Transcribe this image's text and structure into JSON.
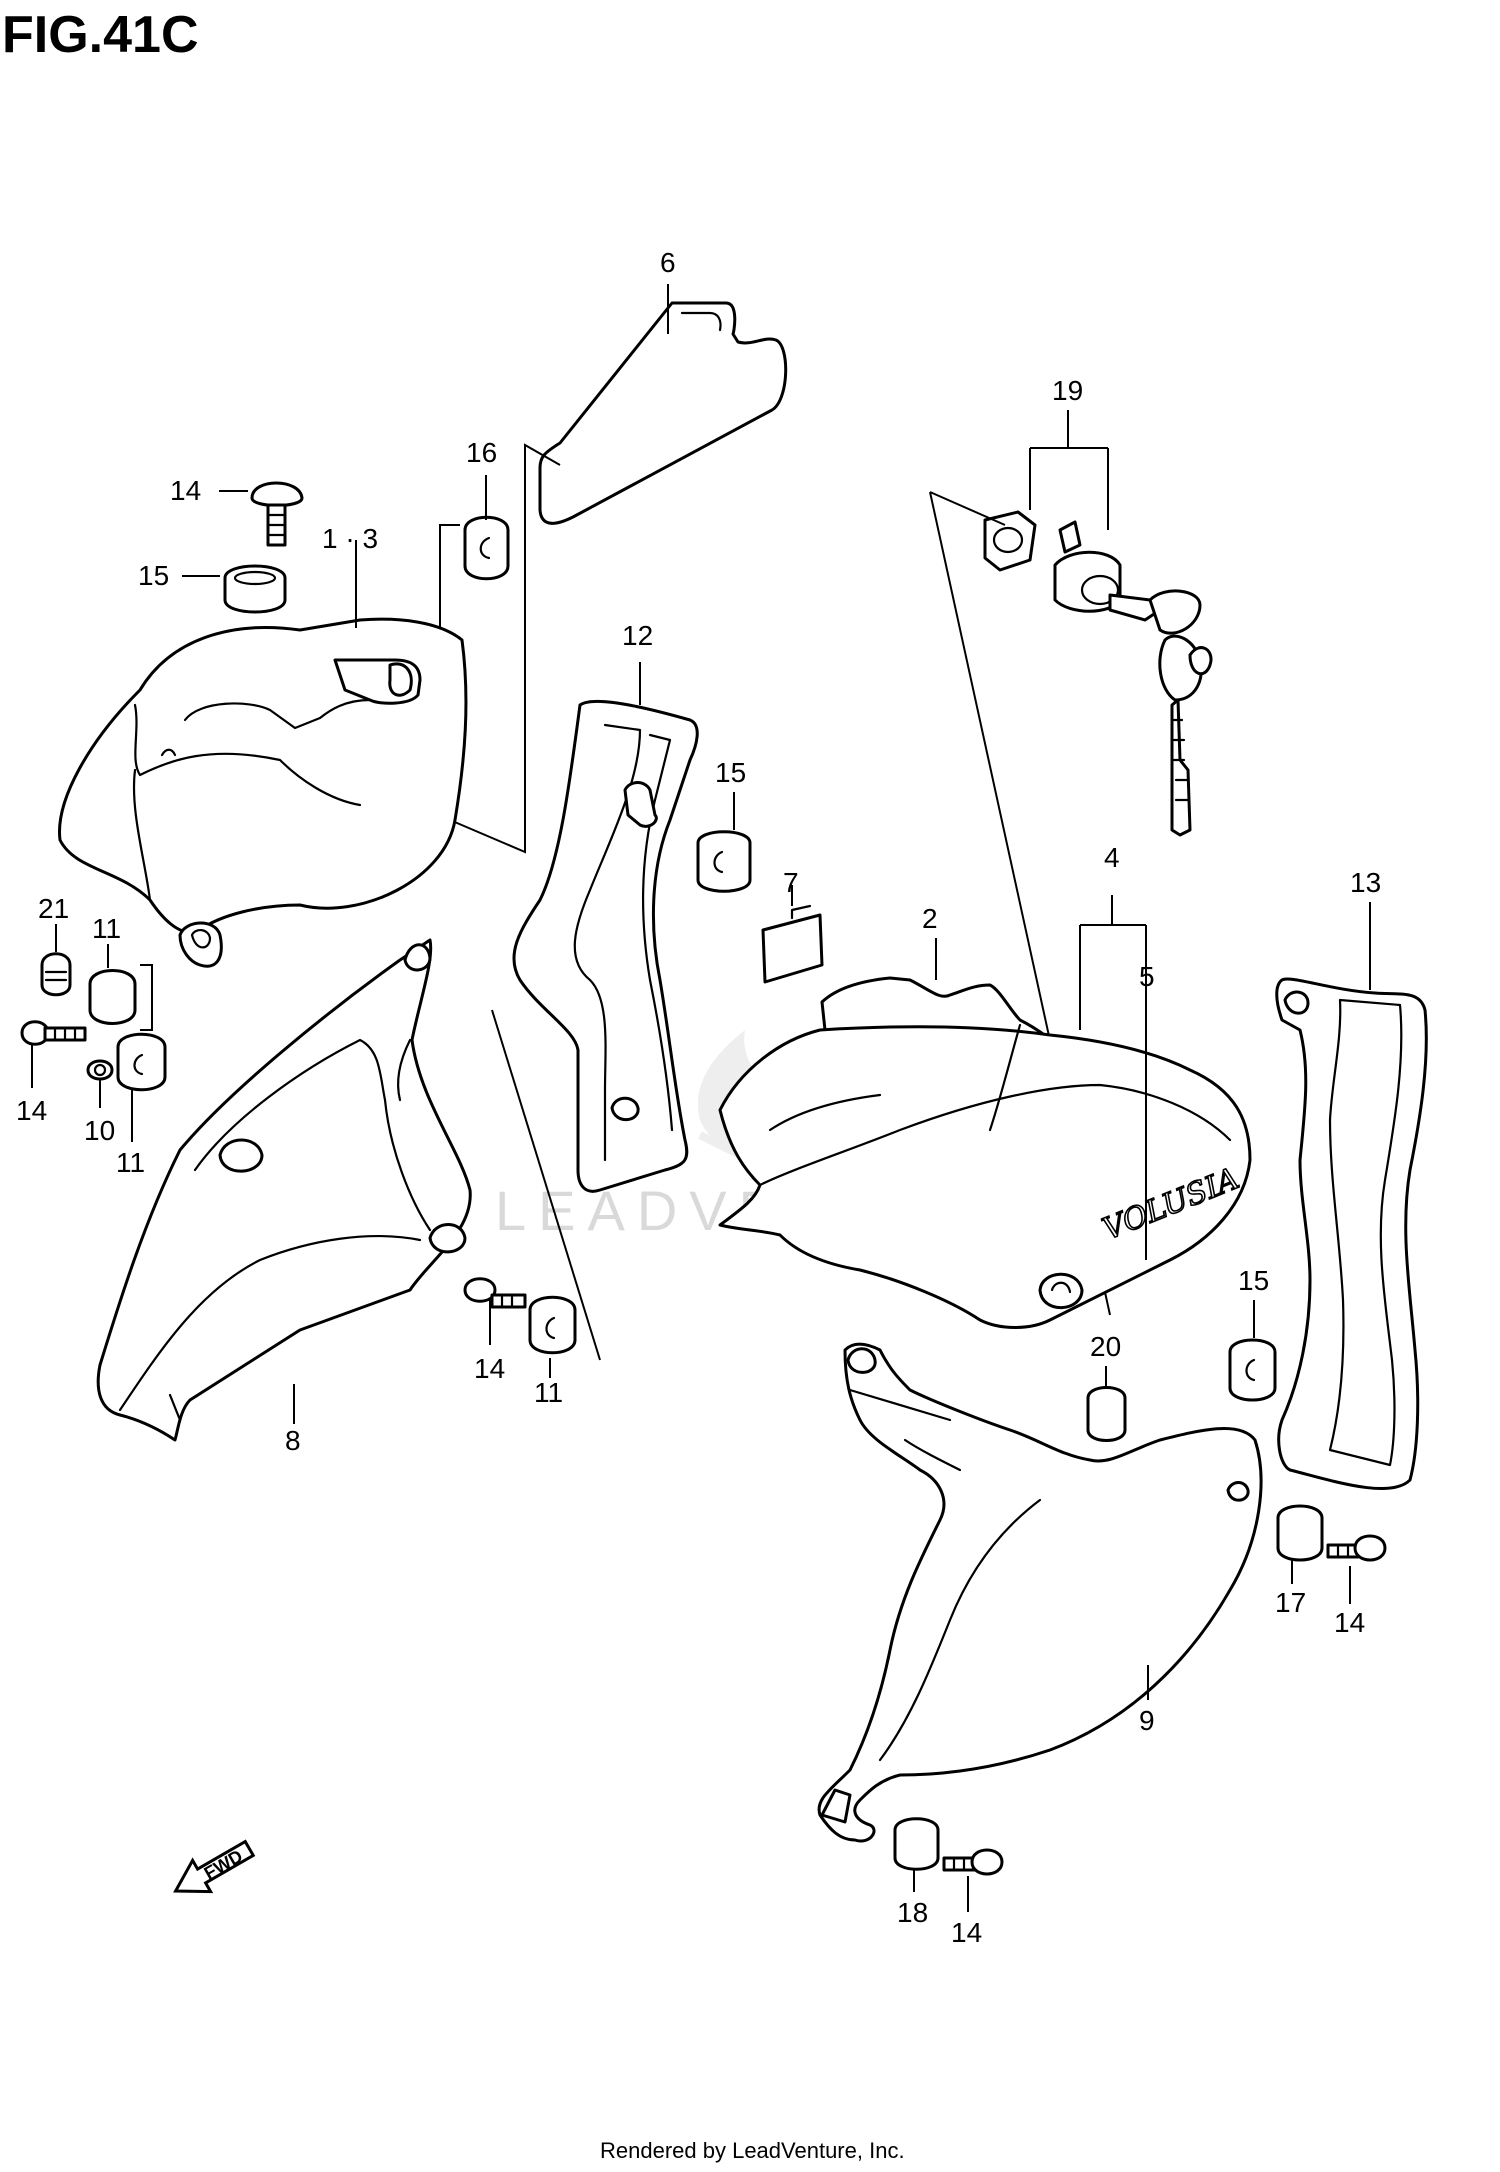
{
  "figure": {
    "title": "FIG.41C"
  },
  "watermark": {
    "text": "LEADVENTURE"
  },
  "footer": {
    "text": "Rendered by LeadVenture, Inc."
  },
  "direction_marker": {
    "text": "FWD"
  },
  "emblem": {
    "text": "VOLUSIA"
  },
  "callouts": [
    {
      "id": "c6",
      "label": "6"
    },
    {
      "id": "c16",
      "label": "16"
    },
    {
      "id": "c19",
      "label": "19"
    },
    {
      "id": "c14a",
      "label": "14"
    },
    {
      "id": "c15a",
      "label": "15"
    },
    {
      "id": "c13a",
      "label": "1 · 3"
    },
    {
      "id": "c12",
      "label": "12"
    },
    {
      "id": "c15b",
      "label": "15"
    },
    {
      "id": "c7",
      "label": "7"
    },
    {
      "id": "c2",
      "label": "2"
    },
    {
      "id": "c4",
      "label": "4"
    },
    {
      "id": "c5",
      "label": "5"
    },
    {
      "id": "c13",
      "label": "13"
    },
    {
      "id": "c21",
      "label": "21"
    },
    {
      "id": "c11a",
      "label": "11"
    },
    {
      "id": "c14b",
      "label": "14"
    },
    {
      "id": "c10",
      "label": "10"
    },
    {
      "id": "c11b",
      "label": "11"
    },
    {
      "id": "c14c",
      "label": "14"
    },
    {
      "id": "c11c",
      "label": "11"
    },
    {
      "id": "c8",
      "label": "8"
    },
    {
      "id": "c15c",
      "label": "15"
    },
    {
      "id": "c20",
      "label": "20"
    },
    {
      "id": "c17",
      "label": "17"
    },
    {
      "id": "c14d",
      "label": "14"
    },
    {
      "id": "c9",
      "label": "9"
    },
    {
      "id": "c18",
      "label": "18"
    },
    {
      "id": "c14e",
      "label": "14"
    }
  ]
}
